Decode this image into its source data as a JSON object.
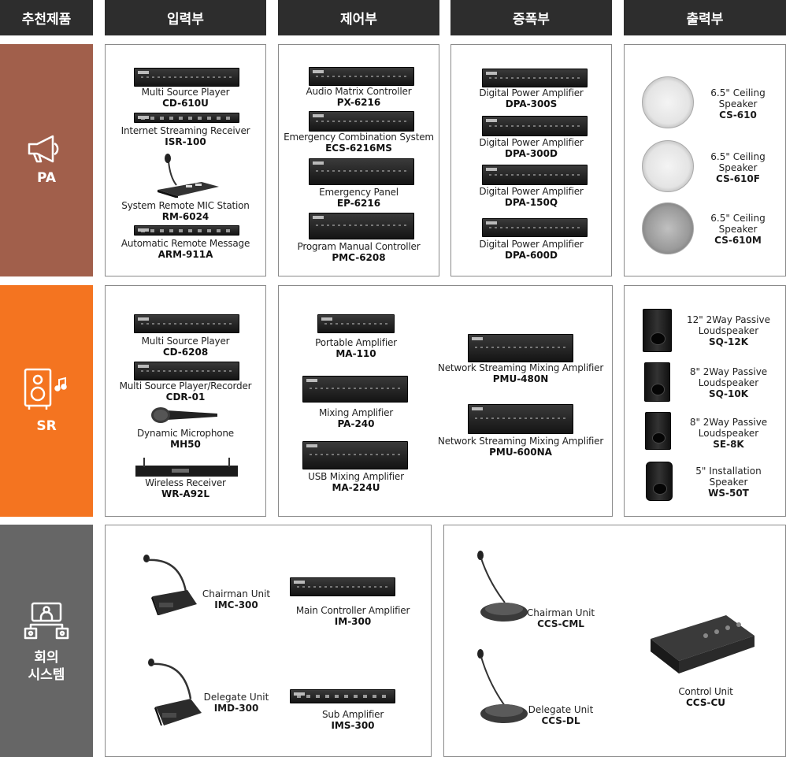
{
  "headers": [
    "추천제품",
    "입력부",
    "제어부",
    "증폭부",
    "출력부"
  ],
  "categories": {
    "pa": "PA",
    "sr": "SR",
    "conf": "회의\n시스템"
  },
  "colors": {
    "pa": "#a15f4b",
    "sr": "#f47420",
    "conf": "#666666",
    "header": "#2d2d2d"
  },
  "icons": {
    "pa": "megaphone-icon",
    "sr": "loudspeaker-icon",
    "conf": "conference-icon"
  },
  "pa": {
    "input": [
      {
        "name": "Multi Source Player",
        "model": "CD-610U"
      },
      {
        "name": "Internet Streaming Receiver",
        "model": "ISR-100"
      },
      {
        "name": "System Remote MIC Station",
        "model": "RM-6024"
      },
      {
        "name": "Automatic Remote Message",
        "model": "ARM-911A"
      }
    ],
    "control": [
      {
        "name": "Audio Matrix Controller",
        "model": "PX-6216"
      },
      {
        "name": "Emergency Combination System",
        "model": "ECS-6216MS"
      },
      {
        "name": "Emergency Panel",
        "model": "EP-6216"
      },
      {
        "name": "Program Manual Controller",
        "model": "PMC-6208"
      }
    ],
    "amp": [
      {
        "name": "Digital Power Amplifier",
        "model": "DPA-300S"
      },
      {
        "name": "Digital Power Amplifier",
        "model": "DPA-300D"
      },
      {
        "name": "Digital Power Amplifier",
        "model": "DPA-150Q"
      },
      {
        "name": "Digital Power Amplifier",
        "model": "DPA-600D"
      }
    ],
    "output": [
      {
        "name": "6.5\" Ceiling\nSpeaker",
        "model": "CS-610"
      },
      {
        "name": "6.5\" Ceiling\nSpeaker",
        "model": "CS-610F"
      },
      {
        "name": "6.5\" Ceiling\nSpeaker",
        "model": "CS-610M"
      }
    ]
  },
  "sr": {
    "input": [
      {
        "name": "Multi Source Player",
        "model": "CD-6208"
      },
      {
        "name": "Multi Source Player/Recorder",
        "model": "CDR-01"
      },
      {
        "name": "Dynamic Microphone",
        "model": "MH50"
      },
      {
        "name": "Wireless Receiver",
        "model": "WR-A92L"
      }
    ],
    "amp_left": [
      {
        "name": "Portable Amplifier",
        "model": "MA-110"
      },
      {
        "name": "Mixing Amplifier",
        "model": "PA-240"
      },
      {
        "name": "USB Mixing Amplifier",
        "model": "MA-224U"
      }
    ],
    "amp_right": [
      {
        "name": "Network Streaming Mixing Amplifier",
        "model": "PMU-480N"
      },
      {
        "name": "Network Streaming Mixing Amplifier",
        "model": "PMU-600NA"
      }
    ],
    "output": [
      {
        "name": "12\" 2Way Passive\nLoudspeaker",
        "model": "SQ-12K"
      },
      {
        "name": "8\" 2Way Passive\nLoudspeaker",
        "model": "SQ-10K"
      },
      {
        "name": "8\" 2Way Passive\nLoudspeaker",
        "model": "SE-8K"
      },
      {
        "name": "5\" Installation\nSpeaker",
        "model": "WS-50T"
      }
    ]
  },
  "conf": {
    "left": [
      {
        "name": "Chairman Unit",
        "model": "IMC-300"
      },
      {
        "name": "Main Controller Amplifier",
        "model": "IM-300"
      },
      {
        "name": "Delegate Unit",
        "model": "IMD-300"
      },
      {
        "name": "Sub Amplifier",
        "model": "IMS-300"
      }
    ],
    "right": [
      {
        "name": "Chairman Unit",
        "model": "CCS-CML"
      },
      {
        "name": "Delegate Unit",
        "model": "CCS-DL"
      },
      {
        "name": "Control Unit",
        "model": "CCS-CU"
      }
    ]
  }
}
